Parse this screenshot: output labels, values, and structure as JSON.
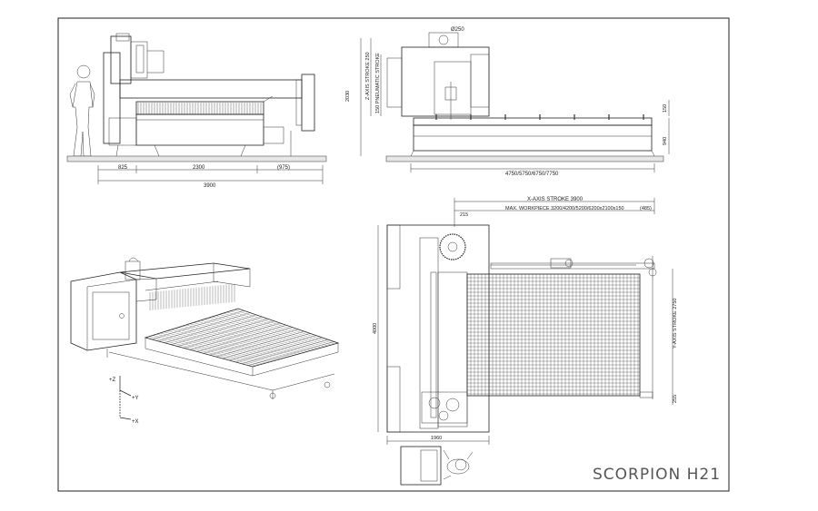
{
  "title": "SCORPION H21",
  "side_view": {
    "dims": [
      "825",
      "2300",
      "(975)",
      "3900"
    ]
  },
  "front_view": {
    "top_label": "Ø250",
    "z_stroke": "Z-AXIS STROKE 250",
    "pneumatic": "150 PNEUMATIC STROKE",
    "height": "2030",
    "top_gap": "150",
    "right_h": "940",
    "length": "4750/5750/6750/7750"
  },
  "plan_view": {
    "x_stroke": "X-AXIS STROKE 3900",
    "max_workpiece": "MAX. WORKPIECE 3200/4200/5200/6200x2100x150",
    "dim_215": "215",
    "dim_485": "(485)",
    "y_stroke": "Y-AXIS STROKE 2750",
    "dim_4000": "4000",
    "dim_255": "255",
    "dim_1960": "1960"
  },
  "axes": {
    "z": "+Z",
    "y": "+Y",
    "x": "+X"
  }
}
